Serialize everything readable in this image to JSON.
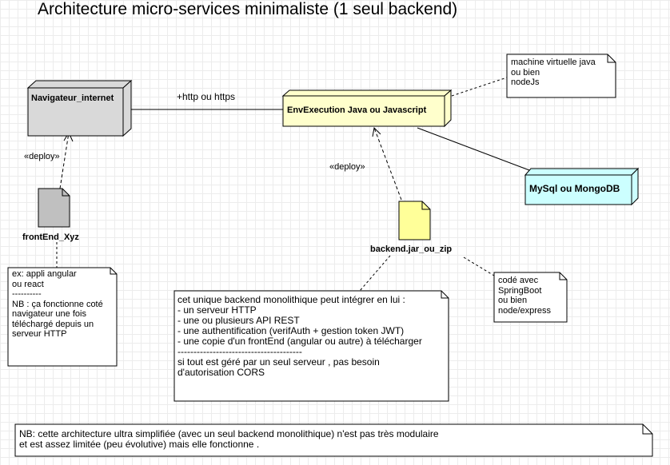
{
  "title": "Architecture micro-services minimaliste (1 seul backend)",
  "nodes": {
    "browser": "Navigateur_internet",
    "env": "EnvExecution Java ou Javascript",
    "db": "MySql ou MongoDB"
  },
  "links": {
    "http": "+http ou https",
    "deploy_front": "«deploy»",
    "deploy_back": "«deploy»"
  },
  "artifacts": {
    "front": "frontEnd_Xyz",
    "back": "backend.jar_ou_zip"
  },
  "notes": {
    "vm": "machine virtuelle java\nou bien\nnodeJs",
    "front": "ex: appli angular\nou react\n----------\nNB : ça fonctionne coté\nnavigateur une fois\ntéléchargé depuis un\nserveur HTTP",
    "backend": "cet unique backend monolithique peut intégrer en lui :\n- un serveur HTTP\n- une ou plusieurs API REST\n- une authentification (verifAuth + gestion token JWT)\n- une copie d'un frontEnd (angular ou autre) à télécharger\n---------------------------------------\nsi tout est géré par un seul serveur , pas besoin\nd'autorisation CORS",
    "code": "codé avec\nSpringBoot\nou bien\nnode/express",
    "nb": "NB: cette architecture ultra simplifiée (avec un seul backend monolithique) n'est pas très modulaire\net est assez limitée (peu évolutive) mais elle fonctionne ."
  },
  "colors": {
    "browser_fill": "#d9d9d9",
    "env_fill": "#ffffcc",
    "db_fill": "#ccffff",
    "front_artifact": "#c0c0c0",
    "back_artifact": "#ffff99"
  }
}
